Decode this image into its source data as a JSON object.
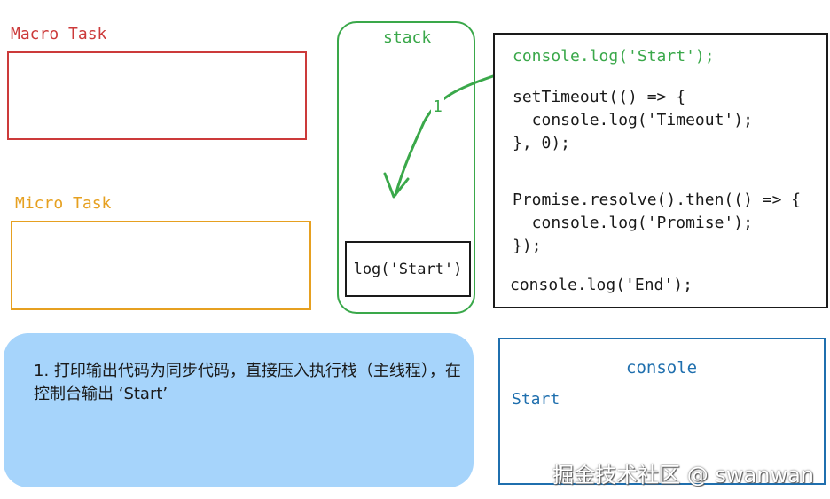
{
  "macro_task": {
    "label": "Macro Task",
    "color": "#cc3a3a"
  },
  "micro_task": {
    "label": "Micro Task",
    "color": "#e6a020"
  },
  "stack": {
    "label": "stack",
    "color": "#3aa84a",
    "frames": [
      "log('Start')"
    ]
  },
  "arrow": {
    "label": "1"
  },
  "code": {
    "lines": [
      "console.log('Start');",
      "setTimeout(() => {",
      "  console.log('Timeout');",
      "}, 0);",
      "Promise.resolve().then(() => {",
      "  console.log('Promise');",
      "});",
      "console.log('End');"
    ],
    "highlight_color": "#3aa84a"
  },
  "note": {
    "text": "1. 打印输出代码为同步代码，直接压入执行栈（主线程），在控制台输出 ‘Start’"
  },
  "console": {
    "title": "console",
    "output": [
      "Start"
    ],
    "color": "#1f6fae"
  },
  "watermark": {
    "text": "掘金技术社区 @ swanwan"
  }
}
